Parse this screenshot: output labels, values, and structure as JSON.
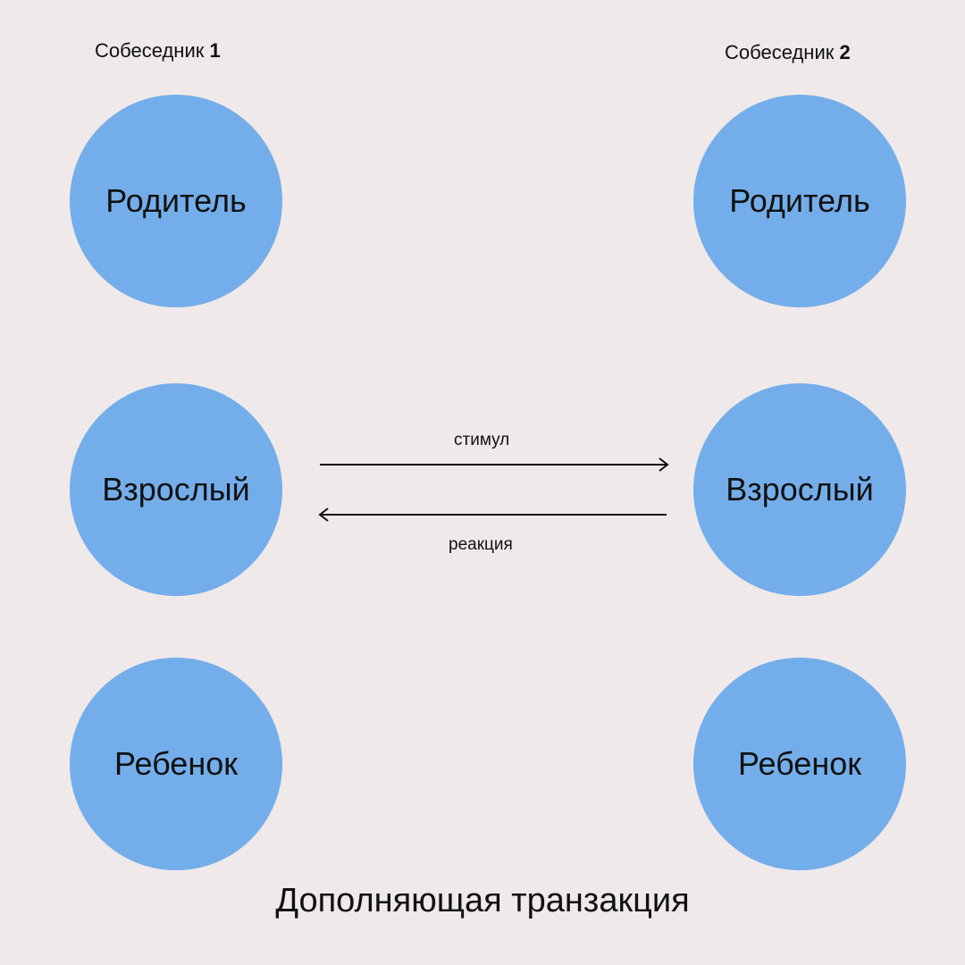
{
  "colors": {
    "background": "#efe9e9",
    "circle_fill": "#74aeea",
    "text": "#111111"
  },
  "parties": [
    {
      "label_text": "Собеседник ",
      "label_number": "1",
      "states": {
        "parent": "Родитель",
        "adult": "Взрослый",
        "child": "Ребенок"
      }
    },
    {
      "label_text": "Собеседник ",
      "label_number": "2",
      "states": {
        "parent": "Родитель",
        "adult": "Взрослый",
        "child": "Ребенок"
      }
    }
  ],
  "arrows": {
    "stimulus": "стимул",
    "reaction": "реакция"
  },
  "title": "Дополняющая транзакция"
}
